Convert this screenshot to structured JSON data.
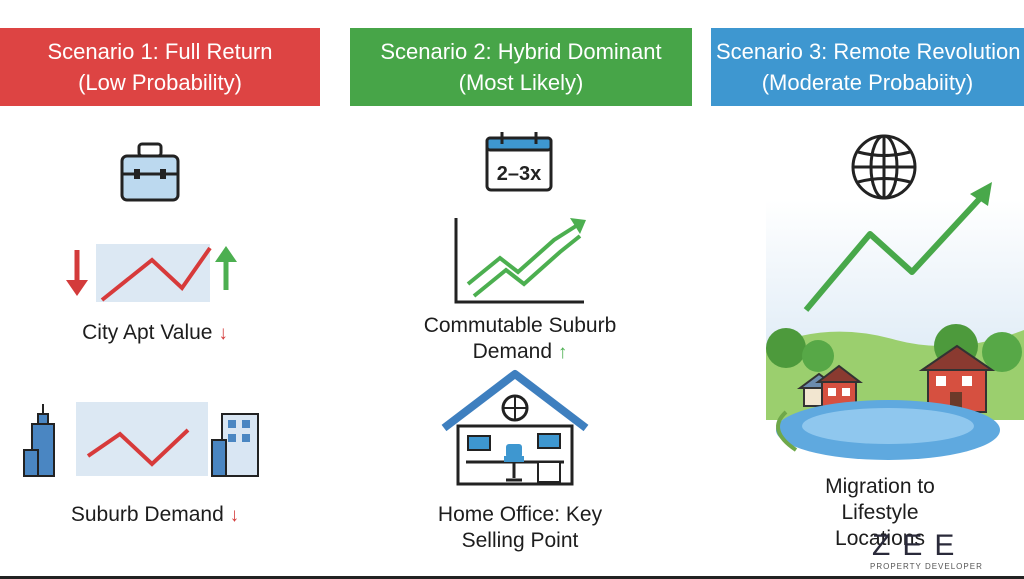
{
  "scenarios": [
    {
      "title": "Scenario 1: Full Return",
      "subtitle": "(Low Probability)",
      "color": "#dd4443"
    },
    {
      "title": "Scenario 2: Hybrid Dominant",
      "subtitle": "(Most Likely)",
      "color": "#47a548"
    },
    {
      "title": "Scenario 3: Remote Revolution",
      "subtitle": "(Moderate Probabiity)",
      "color": "#3e97d0"
    }
  ],
  "scenario1": {
    "city_label": "City Apt Value",
    "suburb_label": "Suburb Demand",
    "down_arrow": "↓",
    "icons": [
      "briefcase-icon",
      "down-arrow-icon",
      "up-arrow-icon",
      "city-building-icon"
    ]
  },
  "scenario2": {
    "calendar_text": "2–3x",
    "commute_label_line1": "Commutable Suburb",
    "commute_label_line2": "Demand",
    "up_arrow": "↑",
    "office_label_line1": "Home Office: Key",
    "office_label_line2": "Selling Point",
    "icons": [
      "calendar-icon",
      "growth-chart-icon",
      "home-office-icon"
    ]
  },
  "scenario3": {
    "migration_label_line1": "Migration to",
    "migration_label_line2": "Lifestyle",
    "migration_label_line3": "Locations",
    "icons": [
      "globe-icon",
      "rising-arrow-icon",
      "lakeside-houses-icon"
    ]
  },
  "logo": {
    "mark": "ZEE",
    "tagline": "PROPERTY DEVELOPER"
  },
  "colors": {
    "red": "#dd4443",
    "green": "#47a548",
    "blue": "#3e97d0"
  }
}
